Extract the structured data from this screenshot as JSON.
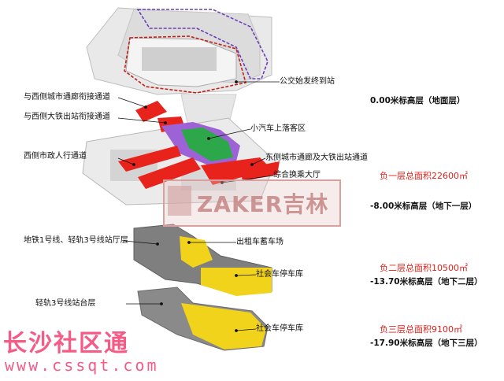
{
  "labels": {
    "bus_terminal": "公交始发终到站",
    "west_city_corridor": "与西侧城市通廊衔接通道",
    "west_rail_exit": "与西侧大铁出站衔接通道",
    "car_dropoff": "小汽车上落客区",
    "west_pedestrian": "西侧市政人行通道",
    "east_corridor_rail": "东侧城市通廊及大铁出站通道",
    "transfer_hall": "综合换乘大厅",
    "metro_hall": "地铁1号线、轻轨3号线站厅层",
    "taxi_storage": "出租车蓄车场",
    "parking_b2": "社会车停车库",
    "lrt_platform": "轻轨3号线站台层",
    "parking_b3": "社会车停车库"
  },
  "levels": {
    "ground": "0.00米标高层（地面层）",
    "b1_area": "负一层总面积22600㎡",
    "b1": "-8.00米标高层（地下一层）",
    "b2_area": "负二层总面积10500㎡",
    "b2": "-13.70米标高层（地下二层）",
    "b3_area": "负三层总面积9100㎡",
    "b3": "-17.90米标高层（地下三层）"
  },
  "watermark": {
    "brand": "ZAKER吉林"
  },
  "footer": {
    "title": "长沙社区通",
    "url": "www.cssqt.com"
  },
  "colors": {
    "red": "#e8231c",
    "purple": "#9d63d6",
    "green": "#2ca84a",
    "yellow": "#f2d31b",
    "gray": "#8a8a8a",
    "area_text": "#e0211a",
    "footer": "#f45b86"
  }
}
